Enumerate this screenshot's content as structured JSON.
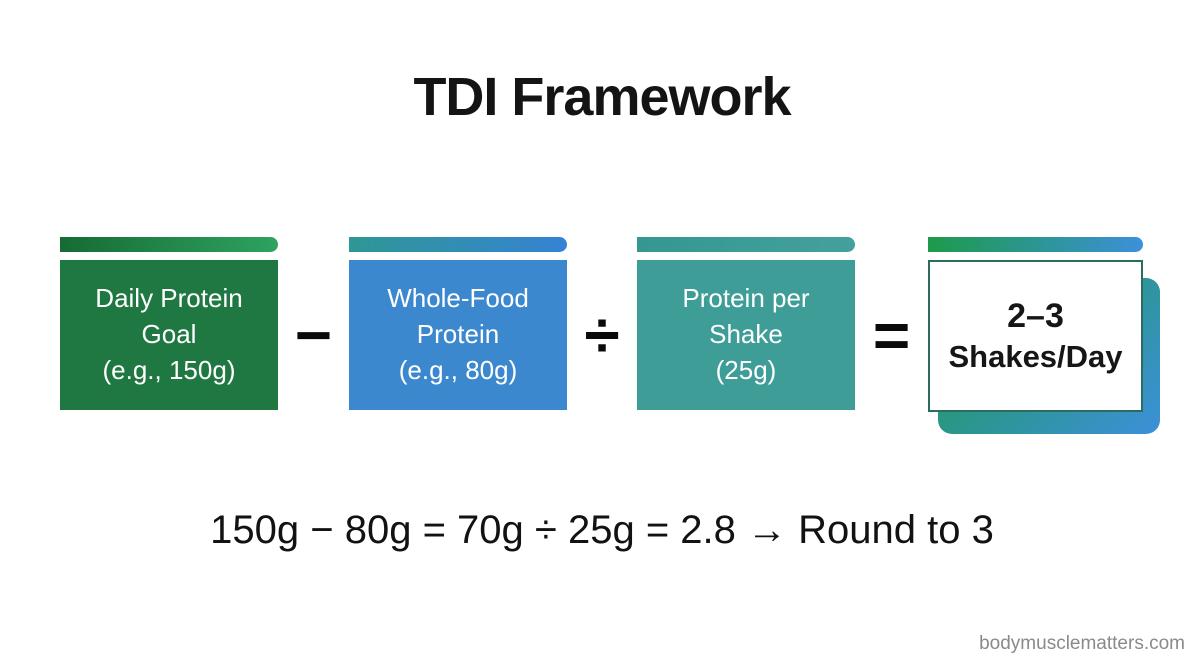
{
  "title": "TDI Framework",
  "steps": [
    {
      "name": "daily-protein-goal",
      "label": "Daily Protein\nGoal\n(e.g., 150g)",
      "box_color": "#1f7841",
      "strip_from": "#166b35",
      "strip_to": "#2ea35f"
    },
    {
      "name": "whole-food-protein",
      "label": "Whole-Food\nProtein\n(e.g., 80g)",
      "box_color": "#3c88ce",
      "strip_from": "#2f9795",
      "strip_to": "#3583d4"
    },
    {
      "name": "protein-per-shake",
      "label": "Protein per\nShake\n(25g)",
      "box_color": "#3f9d98",
      "strip_from": "#35978f",
      "strip_to": "#43a19d"
    }
  ],
  "operators": [
    "−",
    "÷",
    "="
  ],
  "result": {
    "value": "2–3",
    "unit": "Shakes/Day",
    "border_color": "#2d6b5f",
    "backdrop_from": "#1d9b4b",
    "backdrop_to": "#3c90da"
  },
  "formula": "150g − 80g = 70g ÷ 25g = 2.8 → Round to 3",
  "watermark": "bodymusclematters.com",
  "colors": {
    "background": "#ffffff",
    "title_text": "#141414",
    "box_text": "#ffffff",
    "operator_text": "#0a0a0a",
    "watermark_text": "#8a8a8a"
  }
}
